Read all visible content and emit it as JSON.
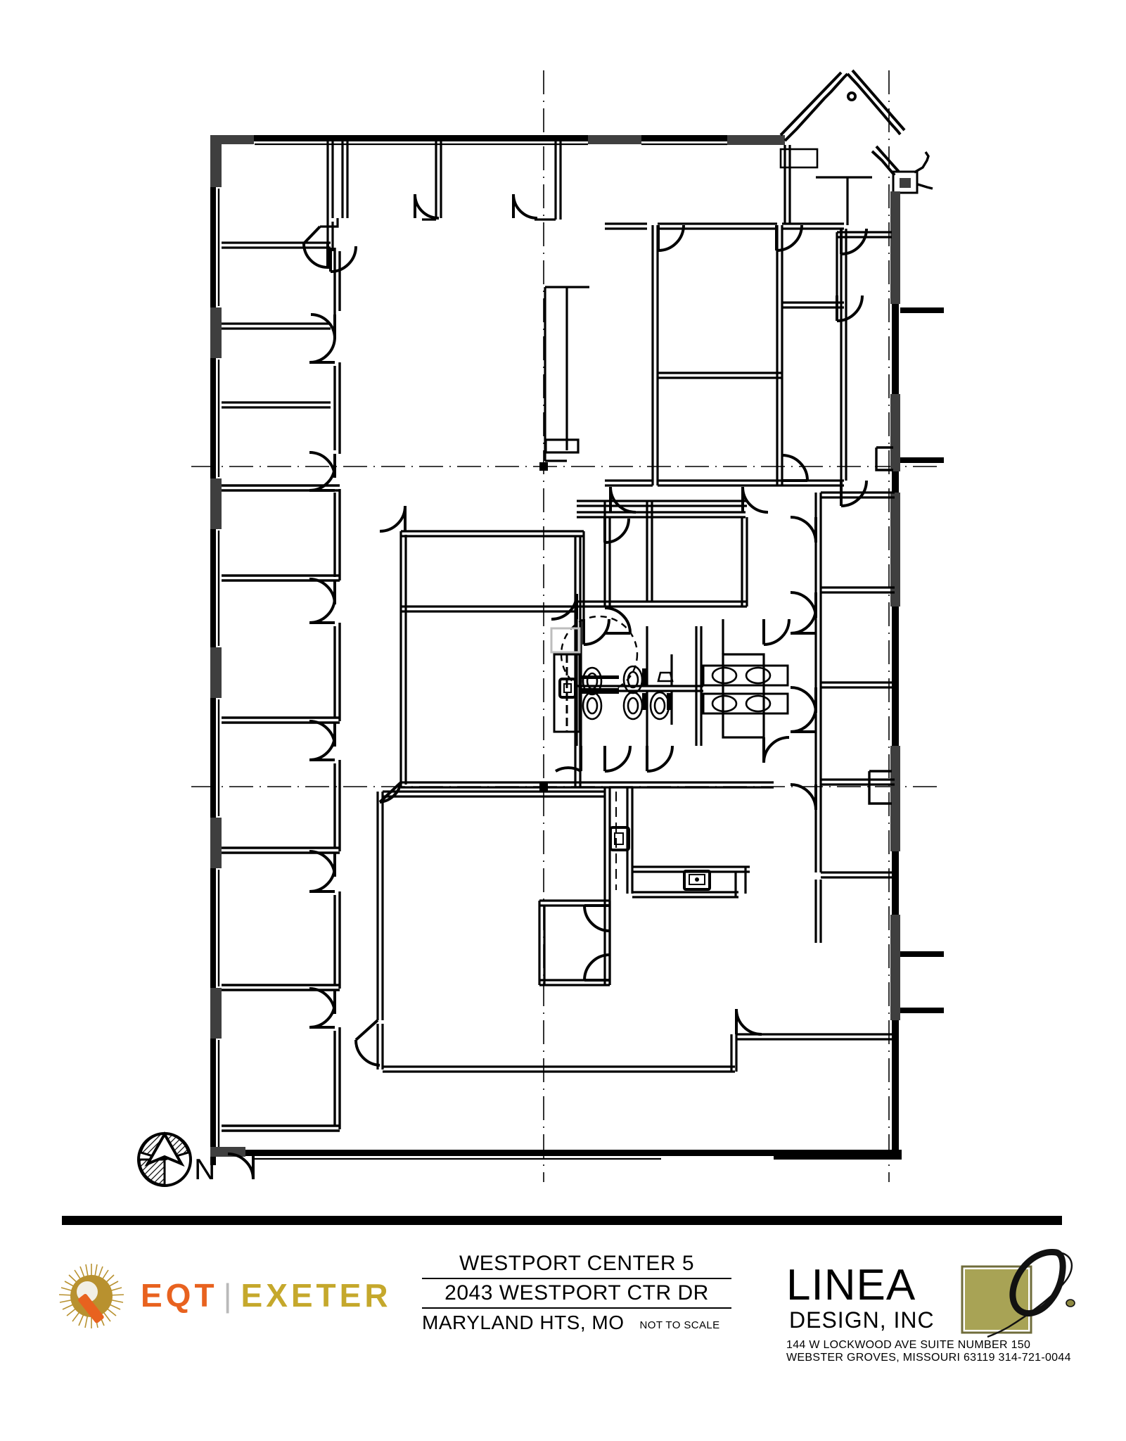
{
  "sheet": {
    "kind": "architectural-floor-plan",
    "background_color": "#ffffff"
  },
  "plan": {
    "north_arrow": {
      "label": "N",
      "icon": "north-arrow-icon"
    },
    "line_color": "#000000",
    "wall_fill": "#000000",
    "column_fill": "#3f3f3f",
    "gridline_style": "dash-dot"
  },
  "title_block": {
    "separator_color": "#000000",
    "owner_logo": {
      "mark_name": "eqt-sunburst-mark",
      "primary_text": "EQT",
      "divider": "|",
      "secondary_text": "EXETER",
      "primary_color": "#e8621f",
      "secondary_color": "#c5a82c"
    },
    "project": {
      "name": "WESTPORT CENTER 5",
      "address": "2043 WESTPORT CTR DR",
      "city_state": "MARYLAND HTS, MO",
      "scale_note": "NOT TO SCALE"
    },
    "designer": {
      "name": "LINEA",
      "suffix": "DESIGN,  INC",
      "address_line_1": "144  W  LOCKWOOD   AVE      SUITE  NUMBER   150",
      "address_line_2": "WEBSTER GROVES, MISSOURI  63119 314-721-0044",
      "mark_name": "linea-swoosh-mark",
      "mark_color": "#a8a355"
    }
  }
}
